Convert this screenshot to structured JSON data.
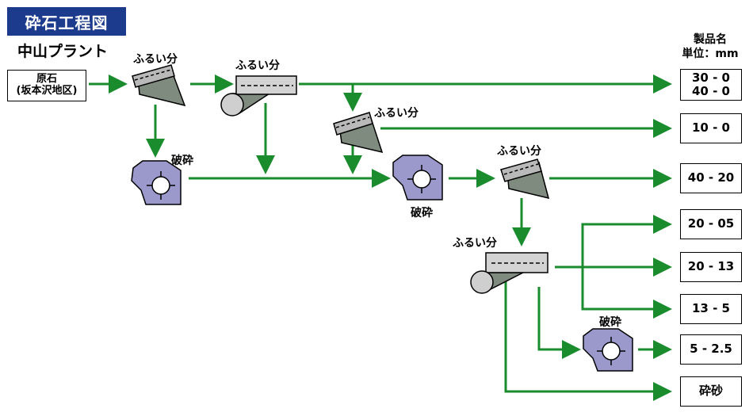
{
  "header": {
    "title": "砕石工程図",
    "plant": "中山プラント"
  },
  "source": {
    "line1": "原石",
    "line2": "(坂本沢地区)"
  },
  "units": {
    "line1": "製品名",
    "line2": "単位：mm"
  },
  "equipment_labels": {
    "screen1": "ふるい分",
    "screen2": "ふるい分",
    "screen3": "ふるい分",
    "screen4": "ふるい分",
    "screen5": "ふるい分",
    "crusher1": "破砕",
    "crusher2": "破砕",
    "crusher3": "破砕"
  },
  "products": {
    "p1a": "30 - 0",
    "p1b": "40 - 0",
    "p2": "10 - 0",
    "p3": "40 - 20",
    "p4": "20 - 05",
    "p5": "20 - 13",
    "p6": "13 - 5",
    "p7": "5 - 2.5",
    "p8": "砕砂"
  },
  "colors": {
    "arrow": "#1a8c2e",
    "title_bg": "#1c3b8c",
    "crusher_fill": "#9b98cc",
    "screen_fill": "#7f8b7f",
    "drum_fill": "#cfcfcf"
  }
}
